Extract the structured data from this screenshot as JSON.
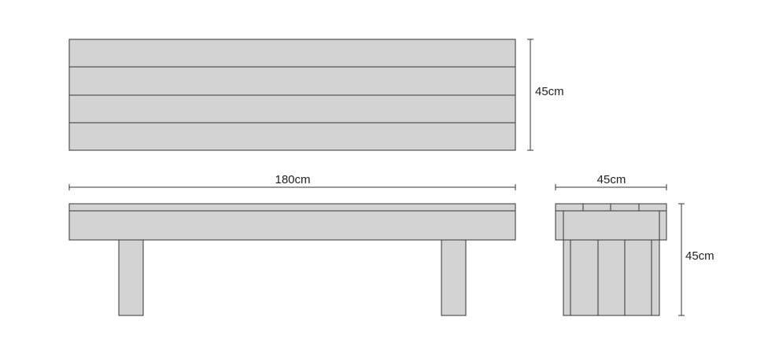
{
  "top_view": {
    "depth_label": "45cm"
  },
  "front_view": {
    "length_label": "180cm"
  },
  "side_view": {
    "width_label": "45cm",
    "height_label": "45cm"
  },
  "colors": {
    "wood_fill": "#d3d3d3",
    "outline": "#333333",
    "background": "#ffffff"
  }
}
